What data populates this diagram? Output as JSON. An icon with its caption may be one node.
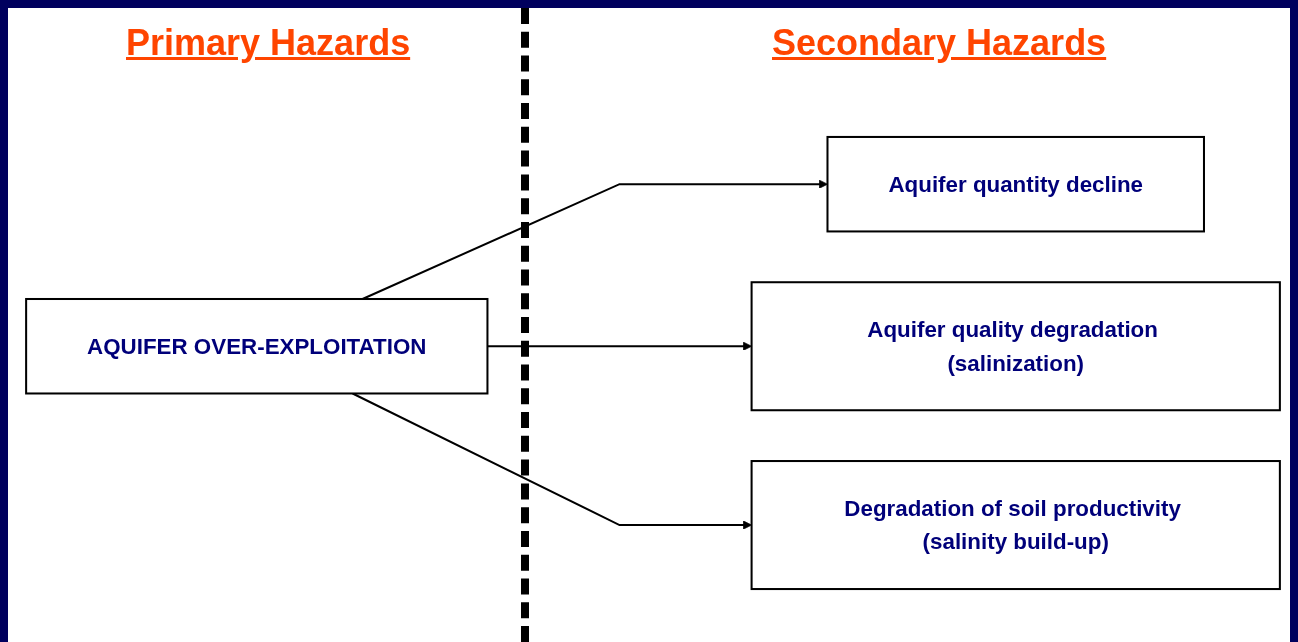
{
  "diagram": {
    "nodes": [
      {
        "text": [
          "AQUIFER OVER-EXPLOITATION"
        ]
      },
      {
        "text": [
          "Aquifer quantity decline"
        ]
      },
      {
        "text": [
          "Aquifer quality degradation (salinization)"
        ]
      },
      {
        "text": [
          "Degradation of soil productivity (salinity build-up)"
        ]
      }
    ],
    "edges": [
      {
        "from": 0,
        "to": 1,
        "arrow": "to"
      },
      {
        "from": 0,
        "to": 2,
        "arrow": "to"
      },
      {
        "from": 0,
        "to": 3,
        "arrow": "to"
      }
    ],
    "labels": [
      "Primary Hazards",
      "Secondary Hazards"
    ]
  }
}
